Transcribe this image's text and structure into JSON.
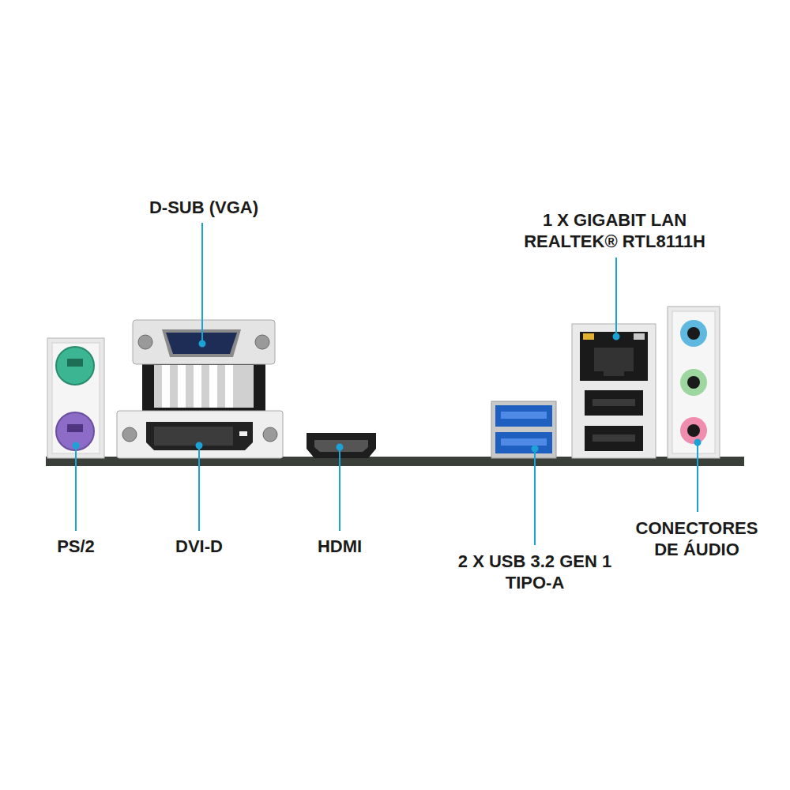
{
  "diagram": {
    "labels": [
      "D-SUB (VGA)",
      "1 X GIGABIT LAN REALTEK® RTL8111H",
      "PS/2",
      "DVI-D",
      "HDMI",
      "2 X USB 3.2 GEN 1 TIPO-A",
      "CONECTORES DE ÁUDIO"
    ]
  }
}
